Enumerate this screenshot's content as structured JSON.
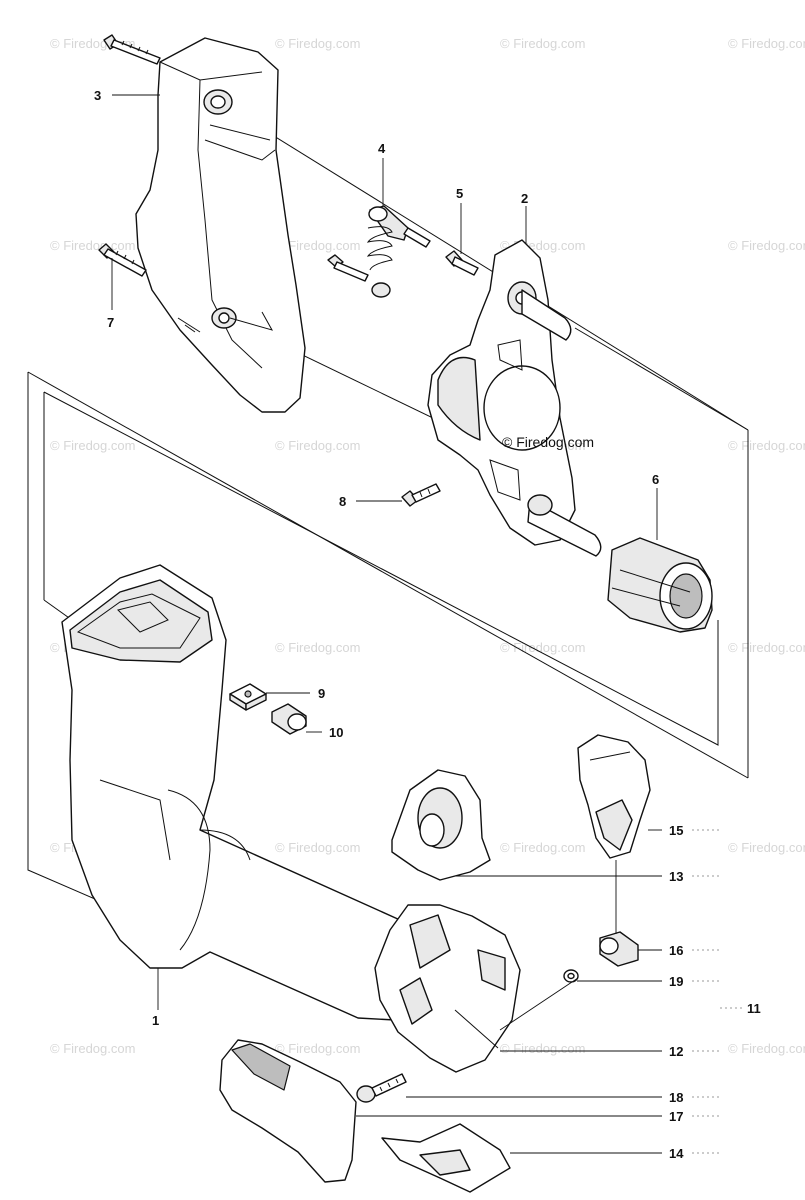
{
  "watermark": "© Firedog.com",
  "callouts": [
    {
      "id": "1",
      "label": "1"
    },
    {
      "id": "2",
      "label": "2"
    },
    {
      "id": "3",
      "label": "3"
    },
    {
      "id": "4",
      "label": "4"
    },
    {
      "id": "5",
      "label": "5"
    },
    {
      "id": "6",
      "label": "6"
    },
    {
      "id": "7",
      "label": "7"
    },
    {
      "id": "8",
      "label": "8"
    },
    {
      "id": "9",
      "label": "9"
    },
    {
      "id": "10",
      "label": "10"
    },
    {
      "id": "11",
      "label": "11"
    },
    {
      "id": "12",
      "label": "12"
    },
    {
      "id": "13",
      "label": "13"
    },
    {
      "id": "14",
      "label": "14"
    },
    {
      "id": "15",
      "label": "15"
    },
    {
      "id": "16",
      "label": "16"
    },
    {
      "id": "17",
      "label": "17"
    },
    {
      "id": "18",
      "label": "18"
    },
    {
      "id": "19",
      "label": "19"
    }
  ]
}
